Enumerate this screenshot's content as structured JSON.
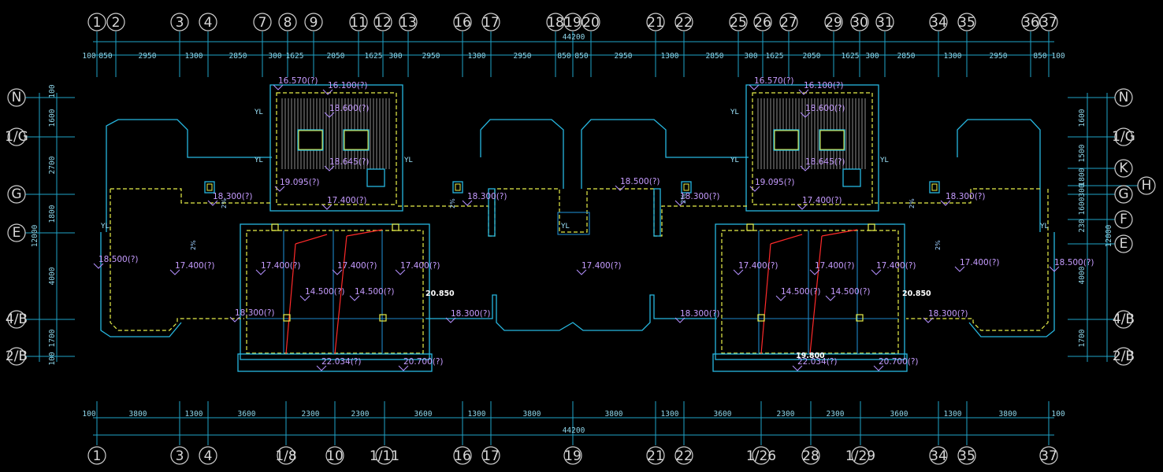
{
  "top_axes": [
    "1",
    "2",
    "3",
    "4",
    "7",
    "8",
    "9",
    "11",
    "12",
    "13",
    "16",
    "17",
    "18",
    "19",
    "20",
    "21",
    "22",
    "25",
    "26",
    "27",
    "29",
    "30",
    "31",
    "34",
    "35",
    "36",
    "37"
  ],
  "top_dims": [
    "100",
    "850",
    "2950",
    "1300",
    "2850",
    "300",
    "1625",
    "2050",
    "1625",
    "300",
    "2950",
    "1300",
    "2950",
    "850",
    "850",
    "2950",
    "1300",
    "2850",
    "300",
    "1625",
    "2050",
    "1625",
    "300",
    "2850",
    "1300",
    "2950",
    "850",
    "100"
  ],
  "top_total": "44200",
  "bottom_axes": [
    "1",
    "3",
    "4",
    "1/8",
    "10",
    "1/11",
    "16",
    "17",
    "19",
    "21",
    "22",
    "1/26",
    "28",
    "1/29",
    "34",
    "35",
    "37"
  ],
  "bottom_dims": [
    "100",
    "3800",
    "1300",
    "3600",
    "2300",
    "2300",
    "3600",
    "1300",
    "3800",
    "3800",
    "1300",
    "3600",
    "2300",
    "2300",
    "3600",
    "1300",
    "3800",
    "100"
  ],
  "bottom_total": "44200",
  "left_axes": [
    "N",
    "1/G",
    "G",
    "E",
    "4/B",
    "2/B"
  ],
  "left_dims": [
    "100",
    "1600",
    "2700",
    "1800",
    "4000",
    "1700",
    "100"
  ],
  "left_total": "12000",
  "right_axes": [
    "N",
    "1/G",
    "K",
    "H",
    "G",
    "F",
    "E",
    "4/B",
    "2/B"
  ],
  "right_dims": [
    "1600",
    "1500",
    "1800",
    "300",
    "1600",
    "230",
    "4000",
    "1700"
  ],
  "right_total": "12000",
  "elevations": [
    "16.570(?)",
    "16.100(?)",
    "18.600(?)",
    "18.645(?)",
    "19.095(?)",
    "18.300(?)",
    "17.400(?)",
    "18.500(?)",
    "14.500(?)",
    "20.850",
    "22.034(?)",
    "20.700(?)",
    "19.800"
  ],
  "labels": {
    "yl": "YL",
    "slope": "2%"
  }
}
